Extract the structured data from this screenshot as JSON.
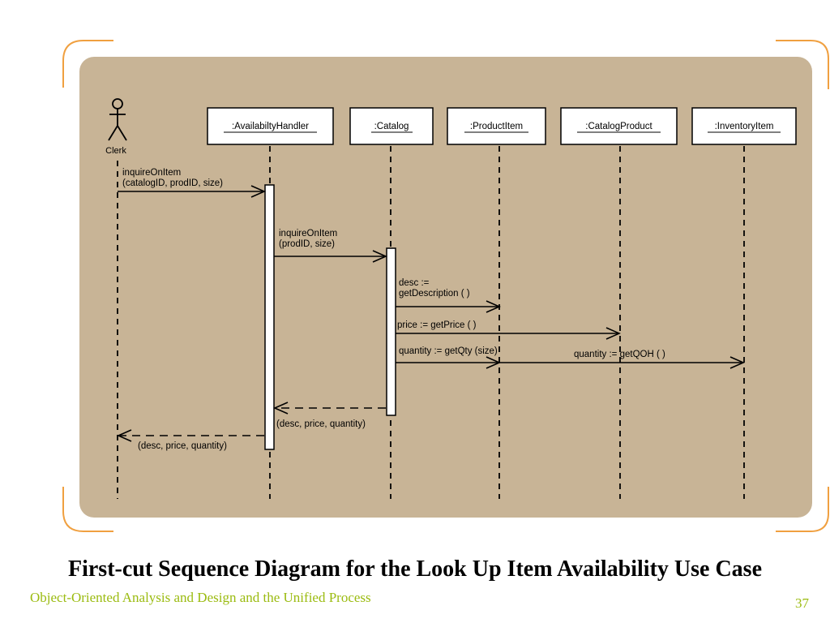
{
  "diagram": {
    "actor": {
      "label": "Clerk"
    },
    "objects": [
      {
        "id": "handler",
        "label": ":AvailabiltyHandler"
      },
      {
        "id": "catalog",
        "label": ":Catalog"
      },
      {
        "id": "product",
        "label": ":ProductItem"
      },
      {
        "id": "catprod",
        "label": ":CatalogProduct"
      },
      {
        "id": "inventory",
        "label": ":InventoryItem"
      }
    ],
    "messages": [
      {
        "id": "m1",
        "lines": [
          "inquireOnItem",
          "(catalogID, prodID, size)"
        ],
        "from": "clerk",
        "to": "handler",
        "kind": "call"
      },
      {
        "id": "m2",
        "lines": [
          "inquireOnItem",
          "(prodID, size)"
        ],
        "from": "handler",
        "to": "catalog",
        "kind": "call"
      },
      {
        "id": "m3",
        "lines": [
          "desc :=",
          "getDescription ( )"
        ],
        "from": "catalog",
        "to": "product",
        "kind": "call"
      },
      {
        "id": "m4",
        "lines": [
          "price := getPrice ( )"
        ],
        "from": "catalog",
        "to": "catprod",
        "kind": "call"
      },
      {
        "id": "m5",
        "lines": [
          "quantity := getQty (size)"
        ],
        "from": "catalog",
        "to": "product",
        "kind": "call"
      },
      {
        "id": "m6",
        "lines": [
          "quantity := getQOH ( )"
        ],
        "from": "product",
        "to": "inventory",
        "kind": "call"
      },
      {
        "id": "r1",
        "lines": [
          "(desc, price, quantity)"
        ],
        "from": "catalog",
        "to": "handler",
        "kind": "return"
      },
      {
        "id": "r2",
        "lines": [
          "(desc, price, quantity)"
        ],
        "from": "handler",
        "to": "clerk",
        "kind": "return"
      }
    ]
  },
  "colors": {
    "panel": "#c8b496",
    "bracket": "#f0a040",
    "footer_text": "#9bbb10"
  },
  "slide": {
    "title": "First-cut Sequence Diagram for the Look Up Item Availability Use Case",
    "footer": "Object-Oriented Analysis and Design and the Unified Process",
    "page_number": "37"
  }
}
